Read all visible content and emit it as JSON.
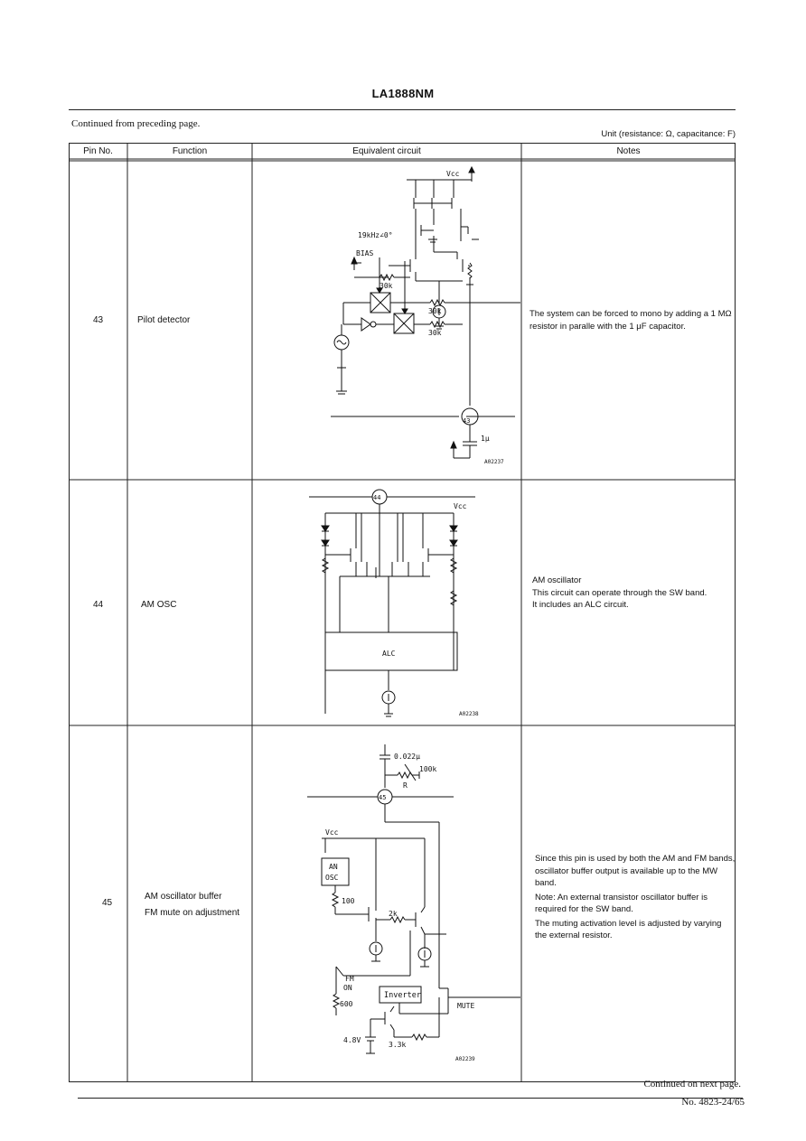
{
  "header": {
    "title": "LA1888NM"
  },
  "continued_from": "Continued from preceding page.",
  "unit_note": "Unit (resistance: Ω, capacitance: F)",
  "table": {
    "columns": [
      "Pin No.",
      "Function",
      "Equivalent circuit",
      "Notes"
    ],
    "rows": [
      {
        "pin": "43",
        "function": "Pilot detector",
        "notes": [
          "The system can be forced to mono by adding a 1 MΩ resistor in paralle with the 1 μF capacitor."
        ],
        "circuit": {
          "pin_label": "43",
          "labels": [
            "Vcc",
            "19kHz∠0°",
            "BIAS",
            "30k",
            "30k",
            "30k",
            "1μ",
            "A02237"
          ]
        }
      },
      {
        "pin": "44",
        "function": "AM OSC",
        "notes": [
          "AM oscillator",
          "This circuit can operate through the SW band.",
          "It includes an ALC circuit."
        ],
        "circuit": {
          "pin_label": "44",
          "labels": [
            "Vcc",
            "ALC",
            "A02238"
          ]
        }
      },
      {
        "pin": "45",
        "function_lines": [
          "AM oscillator buffer",
          "FM mute on adjustment"
        ],
        "notes": [
          "Since this pin is used by both the AM and FM bands, oscillator buffer output is available up to the MW band.",
          "Note:  An external transistor oscillator buffer is required for the SW band.",
          "The muting activation level is adjusted by varying the external resistor."
        ],
        "circuit": {
          "pin_label": "45",
          "labels": [
            "0.022μ",
            "100k",
            "R",
            "Vcc",
            "AN",
            "OSC",
            "100",
            "2k",
            "FM",
            "ON",
            "Inverter",
            "600",
            "MUTE",
            "4.8V",
            "3.3k",
            "A02239"
          ]
        }
      }
    ]
  },
  "footer": {
    "continued_next": "Continued on next page.",
    "doc_no": "No. 4823-24/65"
  }
}
